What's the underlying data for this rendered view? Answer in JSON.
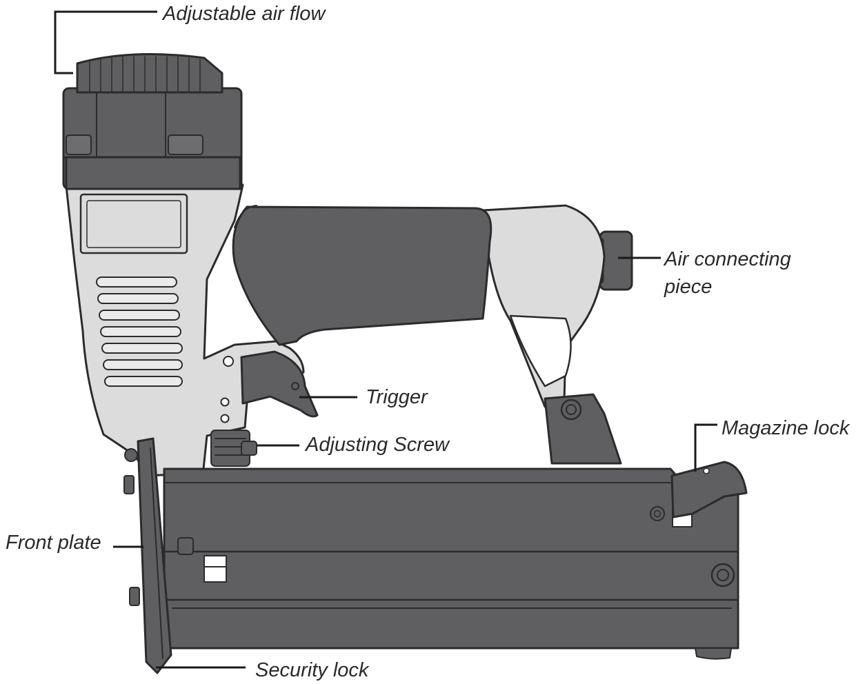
{
  "labels": {
    "adjustable_air_flow": "Adjustable air flow",
    "air_connecting_piece": "Air connecting\npiece",
    "trigger": "Trigger",
    "adjusting_screw": "Adjusting Screw",
    "magazine_lock": "Magazine lock",
    "front_plate": "Front plate",
    "security_lock": "Security lock"
  },
  "colors": {
    "dark_gray": "#5f5f61",
    "light_gray": "#dcdcdc",
    "outline": "#2b2b2b",
    "leader_line": "#1a1a1a",
    "label_text": "#2a2a2a"
  }
}
